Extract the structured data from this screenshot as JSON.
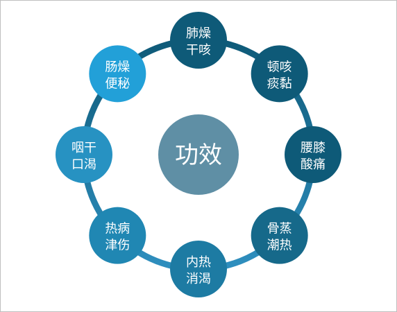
{
  "diagram": {
    "center": {
      "label": "功效",
      "color": "#5f8fa5"
    },
    "ring_colors": [
      "#0e5a78",
      "#2f8fbf"
    ],
    "nodes": [
      {
        "lines": [
          "肺燥",
          "干咳"
        ],
        "color": "#0e5a78"
      },
      {
        "lines": [
          "顿咳",
          "痰黏"
        ],
        "color": "#0e5a78"
      },
      {
        "lines": [
          "腰膝",
          "酸痛"
        ],
        "color": "#0e5a78"
      },
      {
        "lines": [
          "骨蒸",
          "潮热"
        ],
        "color": "#16698a"
      },
      {
        "lines": [
          "内热",
          "消渴"
        ],
        "color": "#1d7ba3"
      },
      {
        "lines": [
          "热病",
          "津伤"
        ],
        "color": "#2087b3"
      },
      {
        "lines": [
          "咽干",
          "口渴"
        ],
        "color": "#2792c2"
      },
      {
        "lines": [
          "肠燥",
          "便秘"
        ],
        "color": "#22a0d8"
      }
    ]
  }
}
